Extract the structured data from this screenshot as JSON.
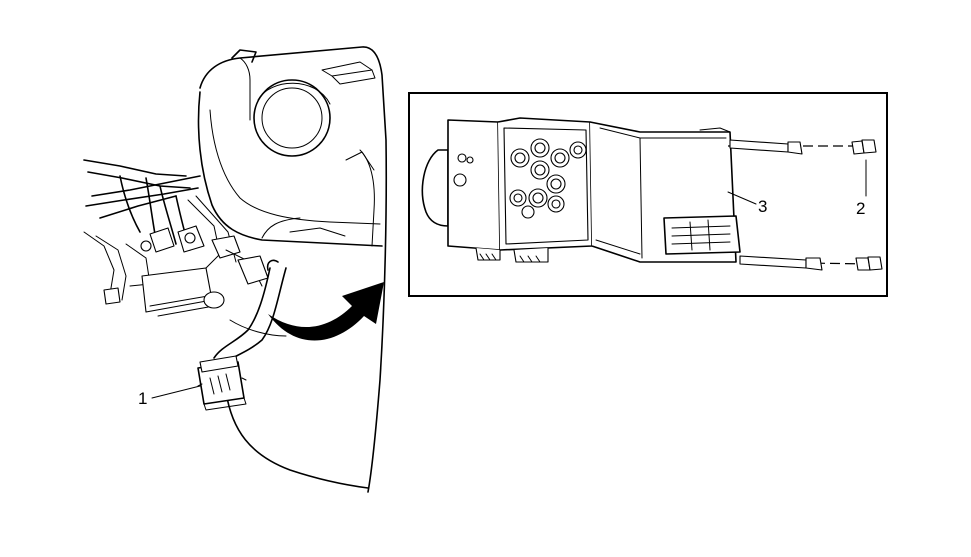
{
  "callouts": [
    {
      "id": "1",
      "label": "1"
    },
    {
      "id": "2",
      "label": "2"
    },
    {
      "id": "3",
      "label": "3"
    }
  ],
  "colors": {
    "line": "#000000",
    "background": "#ffffff"
  },
  "icons": {
    "transfer_arrow": "curved-arrow-icon",
    "connector": "electrical-connector-icon",
    "bolts": "bolt-icon",
    "module": "ebcm-module-icon"
  }
}
